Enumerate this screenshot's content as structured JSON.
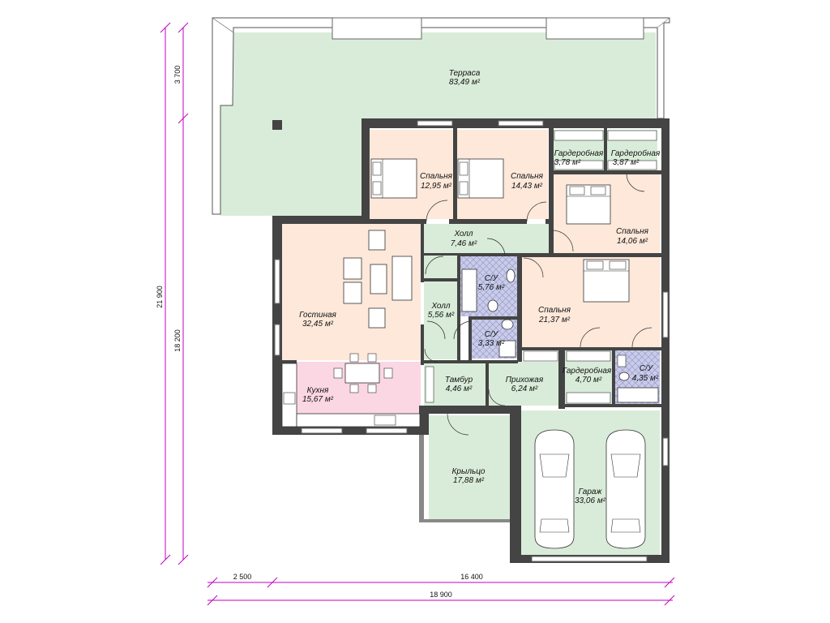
{
  "colors": {
    "green": "#d9ecd9",
    "peach": "#fde8da",
    "pink": "#fbd6e3",
    "tile": "#c9cbe8",
    "wall": "#444444",
    "dim_line": "#c000c0"
  },
  "rooms": {
    "terrace": {
      "name": "Терраса",
      "area": "83,49"
    },
    "bedroom1": {
      "name": "Спальня",
      "area": "12,95"
    },
    "bedroom2": {
      "name": "Спальня",
      "area": "14,43"
    },
    "wardrobe1": {
      "name": "Гардеробная",
      "area": "3,78"
    },
    "wardrobe2": {
      "name": "Гардеробная",
      "area": "3,87"
    },
    "bedroom3": {
      "name": "Спальня",
      "area": "14,06"
    },
    "hall1": {
      "name": "Холл",
      "area": "7,46"
    },
    "bath1": {
      "name": "С/У",
      "area": "5,76"
    },
    "living": {
      "name": "Гостиная",
      "area": "32,45"
    },
    "hall2": {
      "name": "Холл",
      "area": "5,56"
    },
    "bath2": {
      "name": "С/У",
      "area": "3,33"
    },
    "bedroom4": {
      "name": "Спальня",
      "area": "21,37"
    },
    "kitchen": {
      "name": "Кухня",
      "area": "15,67"
    },
    "vestibule": {
      "name": "Тамбур",
      "area": "4,46"
    },
    "entry": {
      "name": "Прихожая",
      "area": "6,24"
    },
    "wardrobe3": {
      "name": "Гардеробная",
      "area": "4,70"
    },
    "bath3": {
      "name": "С/У",
      "area": "4,35"
    },
    "porch": {
      "name": "Крыльцо",
      "area": "17,88"
    },
    "garage": {
      "name": "Гараж",
      "area": "33,06"
    }
  },
  "unit": "м²",
  "dimensions": {
    "left_total": "21 900",
    "left_top": "3 700",
    "left_bottom": "18 200",
    "bottom_left": "2 500",
    "bottom_right": "16 400",
    "bottom_total": "18 900"
  }
}
